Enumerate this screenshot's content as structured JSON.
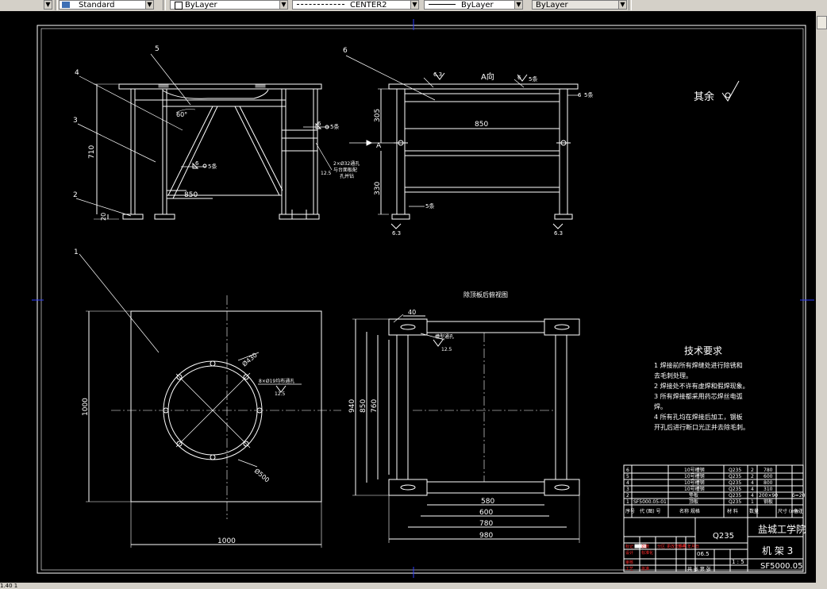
{
  "toolbar": {
    "arrow_glyph": "▼",
    "text_style": "Standard",
    "layer": "ByLayer",
    "linetype": "CENTER2",
    "lineweight": "ByLayer",
    "plotstyle": "ByLayer"
  },
  "status": {
    "coord": "1.40 1"
  },
  "drawing": {
    "views": {
      "view_a": "A向",
      "view_bottom": "除顶板后俯视图",
      "roughness_rest": "其余"
    },
    "balloons": [
      "1",
      "2",
      "3",
      "4",
      "5",
      "6"
    ],
    "dims": {
      "d710": "710",
      "d20": "20",
      "d850a": "850",
      "d60": "60°",
      "d305": "305",
      "d850b": "850",
      "d330": "330",
      "d1000v": "1000",
      "d1000h": "1000",
      "d430": "Ø430",
      "d500": "Ø500",
      "d940": "940",
      "d850c": "850",
      "d760": "760",
      "d40": "40",
      "d580": "580",
      "d600": "600",
      "d780": "780",
      "d980": "980",
      "roughA": "6.3",
      "roughB": "6.3",
      "roughC": "6.3",
      "roughD": "6.3",
      "r125a": "12.5",
      "r125b": "12.5",
      "r125c": "12.5",
      "w5a": "5条",
      "w5b": "5条",
      "w5c": "5条",
      "w5d": "5条",
      "w5e": "5条",
      "w6a": "6",
      "w6b": "6",
      "w6c": "6",
      "w6d": "6",
      "hole_note": "8×Ø19均布通孔",
      "hole_note2": "2×Ø32通孔",
      "hole_note3": "与台面板配",
      "hole_note4": "孔并钻",
      "corner_note": "槽型通孔",
      "A": "A"
    },
    "tech_req": {
      "title": "技术要求",
      "lines": [
        "1 焊接前所有焊缝处进行除锈和",
        "去毛刺处理。",
        "2 焊接处不许有虚焊和假焊现象。",
        "3 所有焊接都采用药芯焊丝电弧",
        "焊。",
        "4 所有孔均在焊接后加工，钢板",
        "开孔后进行断口光正并去除毛刺。"
      ]
    },
    "title_block": {
      "rows": [
        [
          "6",
          "",
          "10号槽钢",
          "Q235",
          "2",
          "780",
          ""
        ],
        [
          "5",
          "",
          "10号槽钢",
          "Q235",
          "2",
          "600",
          ""
        ],
        [
          "4",
          "",
          "10号槽钢",
          "Q235",
          "4",
          "800",
          ""
        ],
        [
          "3",
          "",
          "10号槽钢",
          "Q235",
          "4",
          "310",
          ""
        ],
        [
          "2",
          "",
          "垫板",
          "Q235",
          "4",
          "200×90",
          "δ=20"
        ],
        [
          "1",
          "SF5000.05-01",
          "顶板",
          "Q235",
          "1",
          "钢板",
          ""
        ]
      ],
      "header": [
        "序号",
        "代 (图) 号",
        "名称 规格",
        "材 料",
        "数量",
        "尺寸 (mm)",
        "备注"
      ],
      "material": "Q235",
      "school": "盐城工学院",
      "name": "机 架 3",
      "drawing_no": "SF5000.05",
      "scale_val": "06.5",
      "ratio": "1 : 5",
      "sign_labels": [
        "标记",
        "处数",
        "分区",
        "更改文件号",
        "签名",
        "年月日"
      ],
      "role_labels": [
        "设计",
        "审核",
        "工艺",
        "标准化",
        "批准"
      ],
      "misc": "共 张 第 张"
    }
  }
}
